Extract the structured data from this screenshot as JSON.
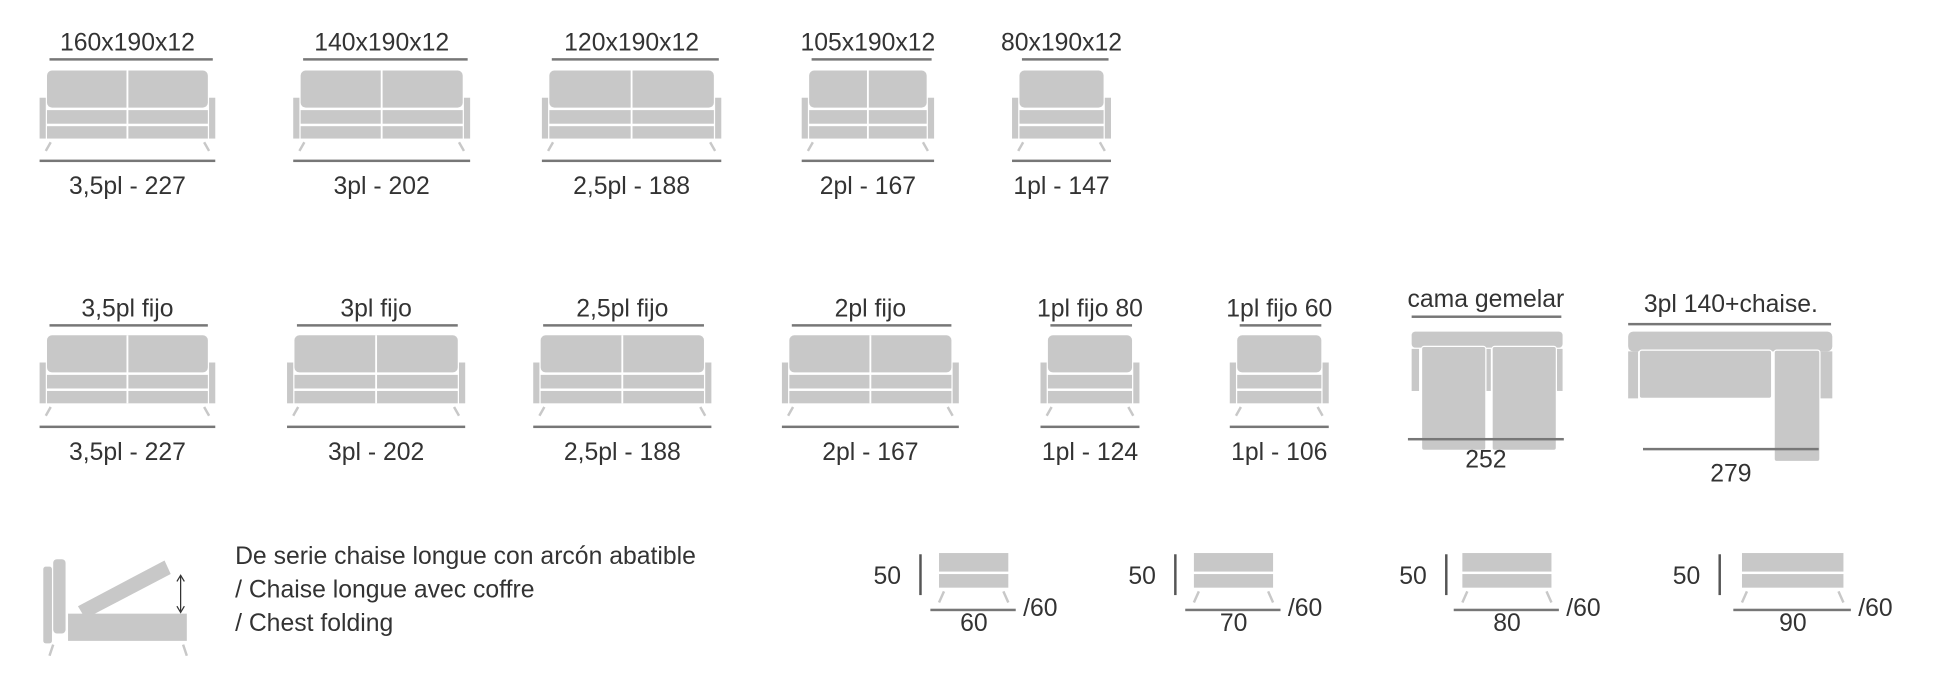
{
  "colors": {
    "shape": "#c8c8c8",
    "text": "#333333",
    "line": "#777777"
  },
  "row1": [
    {
      "top": "160x190x12",
      "bottom": "3,5pl  -  227",
      "seats": 2
    },
    {
      "top": "140x190x12",
      "bottom": "3pl  -  202",
      "seats": 2
    },
    {
      "top": "120x190x12",
      "bottom": "2,5pl  -  188",
      "seats": 2
    },
    {
      "top": "105x190x12",
      "bottom": "2pl  -  167",
      "seats": 2
    },
    {
      "top": "80x190x12",
      "bottom": "1pl  -  147",
      "seats": 1
    }
  ],
  "row2": [
    {
      "top": "3,5pl fijo",
      "bottom": "3,5pl  -  227",
      "seats": 2
    },
    {
      "top": "3pl fijo",
      "bottom": "3pl  -  202",
      "seats": 2
    },
    {
      "top": "2,5pl fijo",
      "bottom": "2,5pl  -  188",
      "seats": 2
    },
    {
      "top": "2pl fijo",
      "bottom": "2pl  -  167",
      "seats": 2
    },
    {
      "top": "1pl fijo 80",
      "bottom": "1pl  -  124",
      "seats": 1
    },
    {
      "top": "1pl fijo 60",
      "bottom": "1pl  -  106",
      "seats": 1
    },
    {
      "top": "cama gemelar",
      "bottom": "252"
    },
    {
      "top": "3pl 140+chaise.",
      "bottom": "279"
    }
  ],
  "chest": {
    "lines": [
      "De serie chaise longue con arcón abatible",
      "/ Chaise longue avec coffre",
      "/ Chest folding"
    ]
  },
  "stools": [
    {
      "height": "50",
      "width": "60",
      "depth": "/60"
    },
    {
      "height": "50",
      "width": "70",
      "depth": "/60"
    },
    {
      "height": "50",
      "width": "80",
      "depth": "/60"
    },
    {
      "height": "50",
      "width": "90",
      "depth": "/60"
    }
  ]
}
